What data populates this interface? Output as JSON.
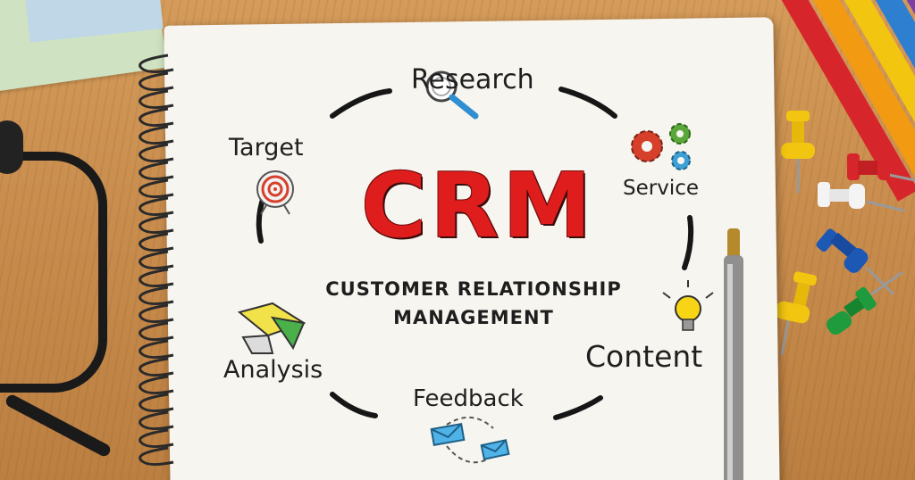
{
  "scene": {
    "center_title": "CRM",
    "subtitle_line1": "CUSTOMER RELATIONSHIP",
    "subtitle_line2": "MANAGEMENT",
    "labels": {
      "research": "Research",
      "target": "Target",
      "service": "Service",
      "analysis": "Analysis",
      "content": "Content",
      "feedback": "Feedback"
    },
    "icons": [
      "magnifier-icon",
      "target-icon",
      "gears-icon",
      "pie-chart-icon",
      "lightbulb-icon",
      "envelopes-icon",
      "pen-icon"
    ],
    "colors": {
      "title_red": "#e01d1d",
      "gear_red": "#d6402b",
      "gear_green": "#5aa83a",
      "gear_blue": "#3fa0d6",
      "pin_yellow": "#f2c511",
      "pin_red": "#d7262b",
      "pin_blue": "#1d58b5",
      "pin_green": "#1f9a3d"
    }
  }
}
